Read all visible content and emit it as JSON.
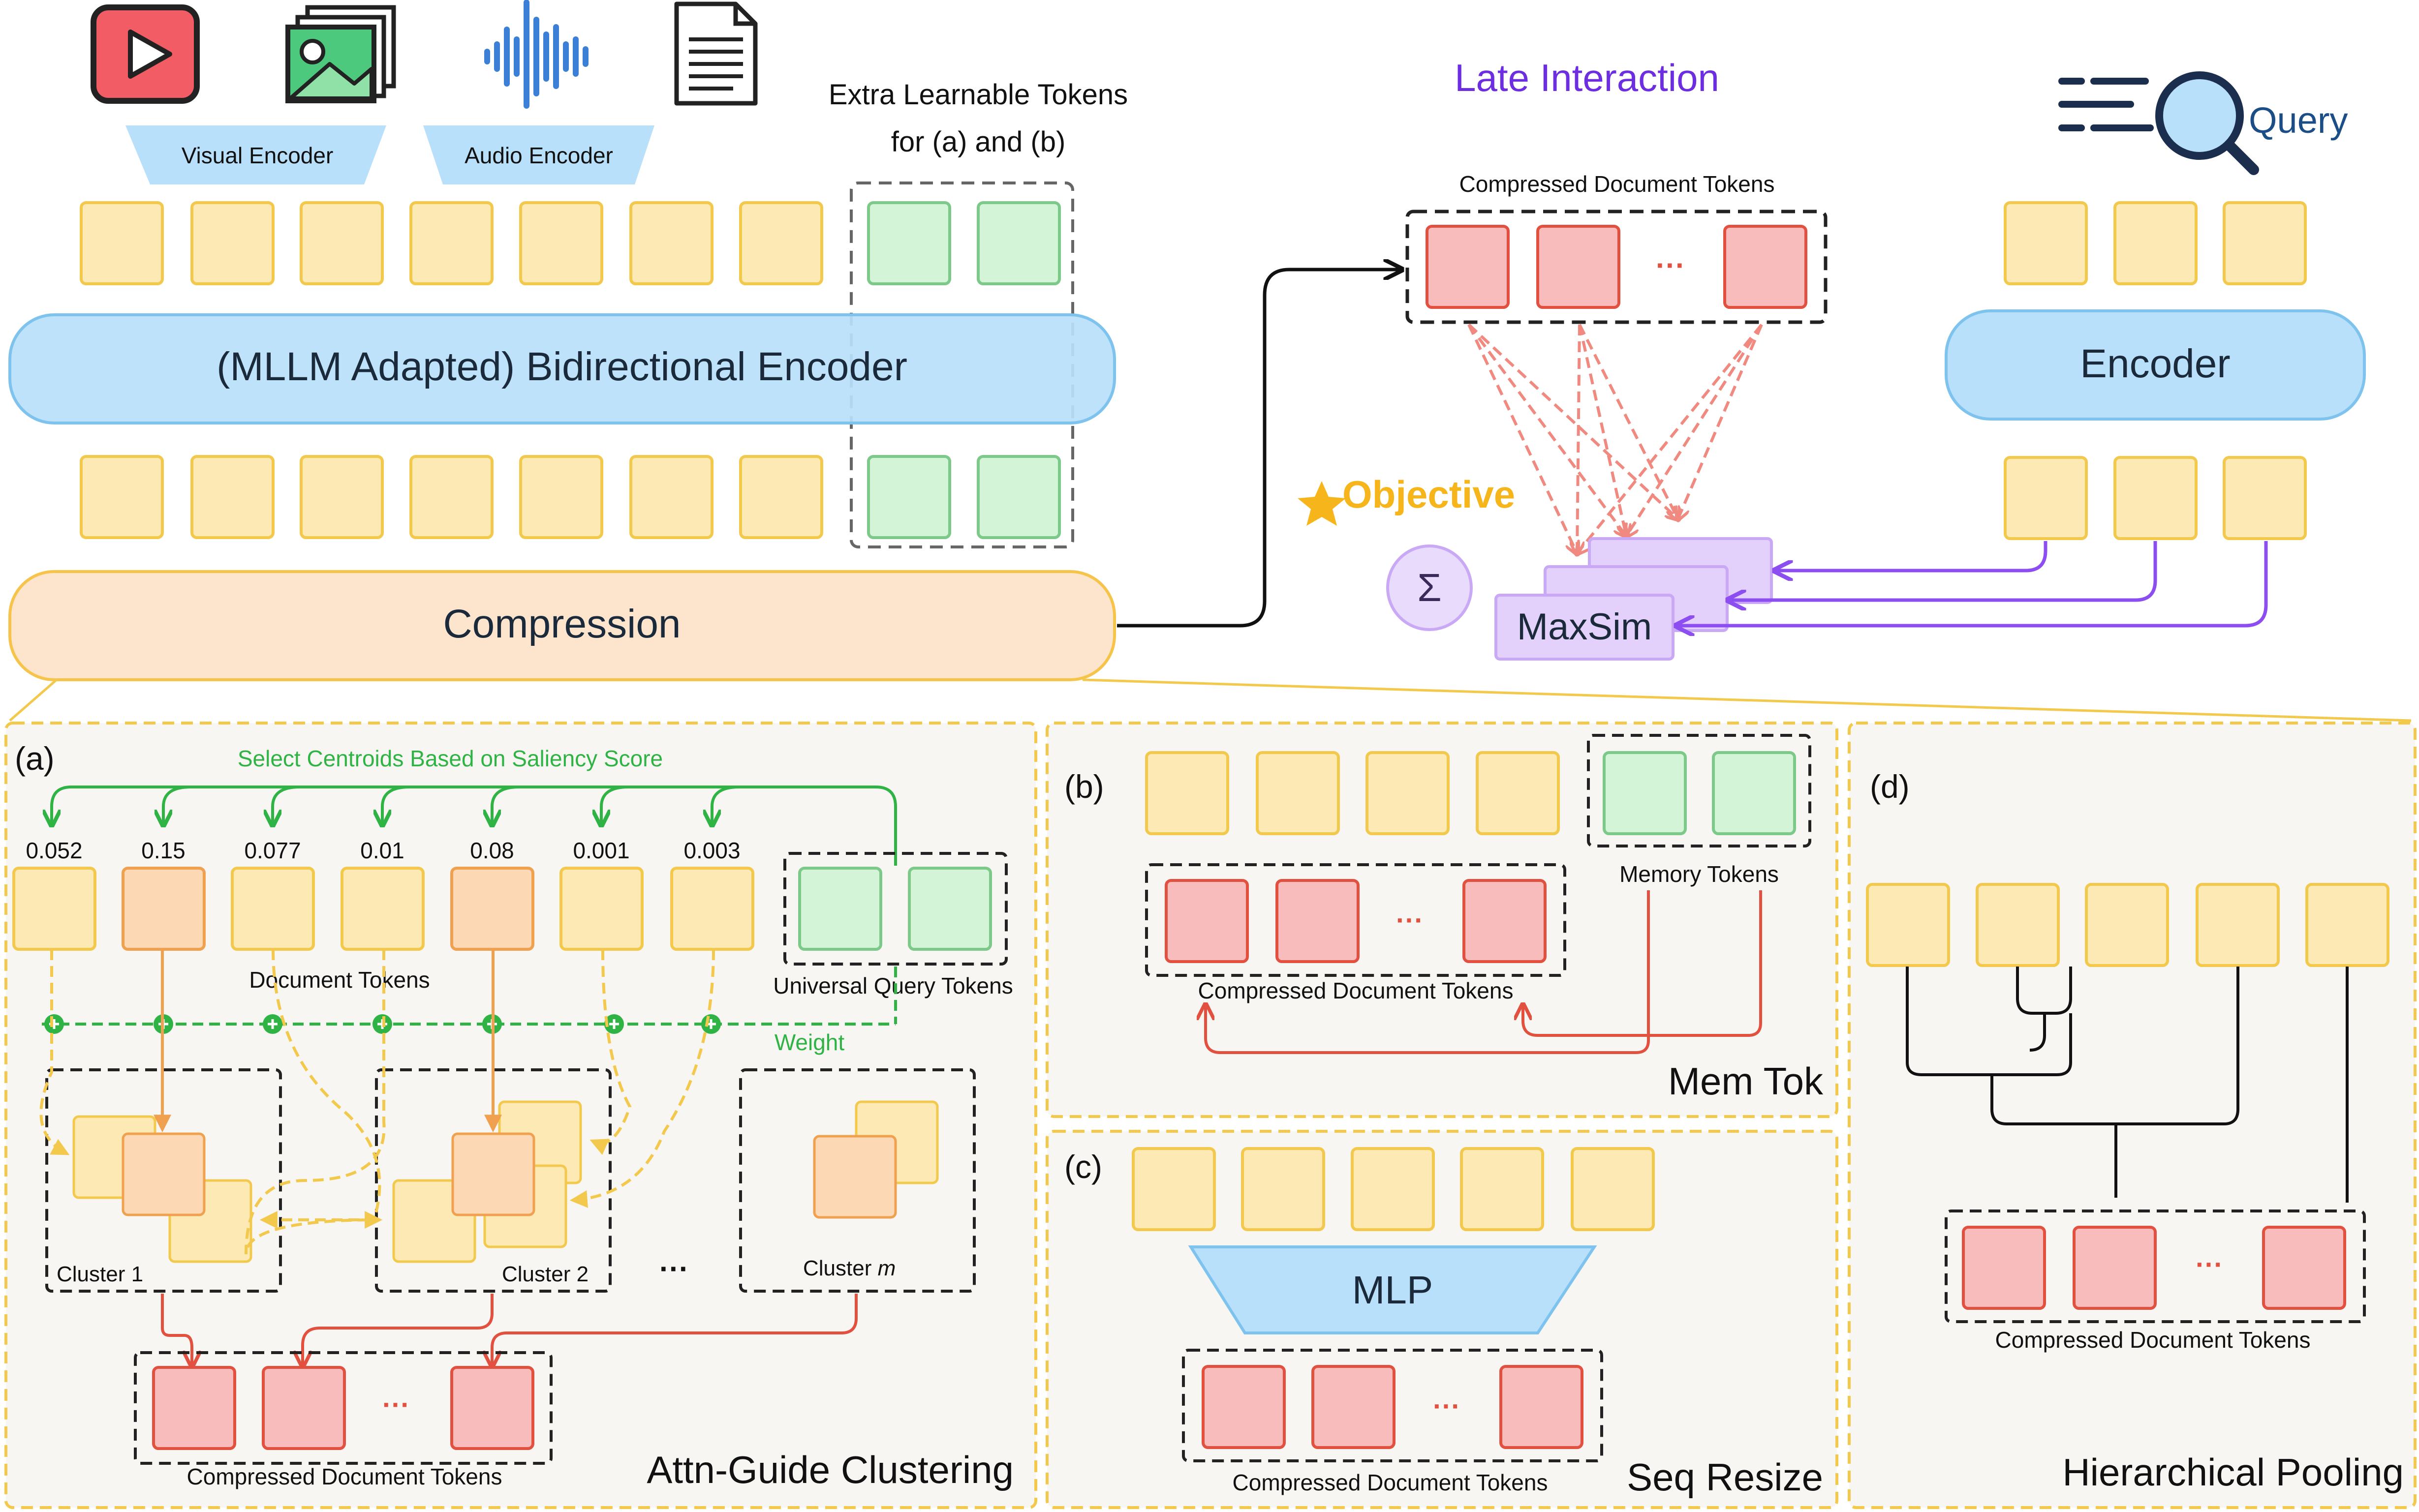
{
  "header": {
    "encoders": {
      "visual": "Visual Encoder",
      "audio": "Audio Encoder"
    },
    "extra_tokens_line1": "Extra Learnable Tokens",
    "extra_tokens_line2": "for (a) and (b)",
    "bidirectional_encoder": "(MLLM Adapted) Bidirectional Encoder",
    "compression": "Compression",
    "icons": [
      "video-play-icon",
      "image-stack-icon",
      "audio-waveform-icon",
      "document-icon",
      "query-search-icon"
    ]
  },
  "late_interaction": {
    "title": "Late Interaction",
    "compressed_label": "Compressed Document Tokens",
    "objective_label": "Objective",
    "sum_symbol": "Σ",
    "maxsim_label": "MaxSim",
    "ellipsis": "···"
  },
  "query": {
    "label": "Query",
    "encoder_label": "Encoder"
  },
  "panel_a": {
    "tag": "(a)",
    "select_label": "Select Centroids Based on Saliency Score",
    "scores": [
      "0.052",
      "0.15",
      "0.077",
      "0.01",
      "0.08",
      "0.001",
      "0.003"
    ],
    "doc_tokens_label": "Document Tokens",
    "universal_label": "Universal Query Tokens",
    "weight_label": "Weight",
    "cluster1": "Cluster 1",
    "cluster2": "Cluster 2",
    "cluster_m_prefix": "Cluster ",
    "cluster_m_var": "m",
    "ellipsis": "···",
    "compressed_label": "Compressed Document Tokens",
    "title": "Attn-Guide Clustering"
  },
  "panel_b": {
    "tag": "(b)",
    "memory_label": "Memory Tokens",
    "compressed_label": "Compressed Document Tokens",
    "title": "Mem Tok",
    "ellipsis": "···"
  },
  "panel_c": {
    "tag": "(c)",
    "mlp_label": "MLP",
    "compressed_label": "Compressed Document Tokens",
    "title": "Seq Resize",
    "ellipsis": "···"
  },
  "panel_d": {
    "tag": "(d)",
    "compressed_label": "Compressed Document Tokens",
    "title": "Hierarchical Pooling",
    "ellipsis": "···"
  },
  "colors": {
    "yellow_fill": "#fde9b3",
    "yellow_stroke": "#f2c94c",
    "green_fill": "#d4f4d8",
    "green_stroke": "#7dc98a",
    "red_fill": "#f9bcbc",
    "red_stroke": "#e2513f",
    "orange_fill": "#fdd8b5",
    "orange_stroke": "#f0a150",
    "blue_fill": "#b9e0fa",
    "blue_stroke": "#7ec3ee",
    "purple": "#8c4ef0",
    "green_line": "#2fb344",
    "objective": "#f6b51a",
    "title_purple": "#6c2ee0"
  }
}
